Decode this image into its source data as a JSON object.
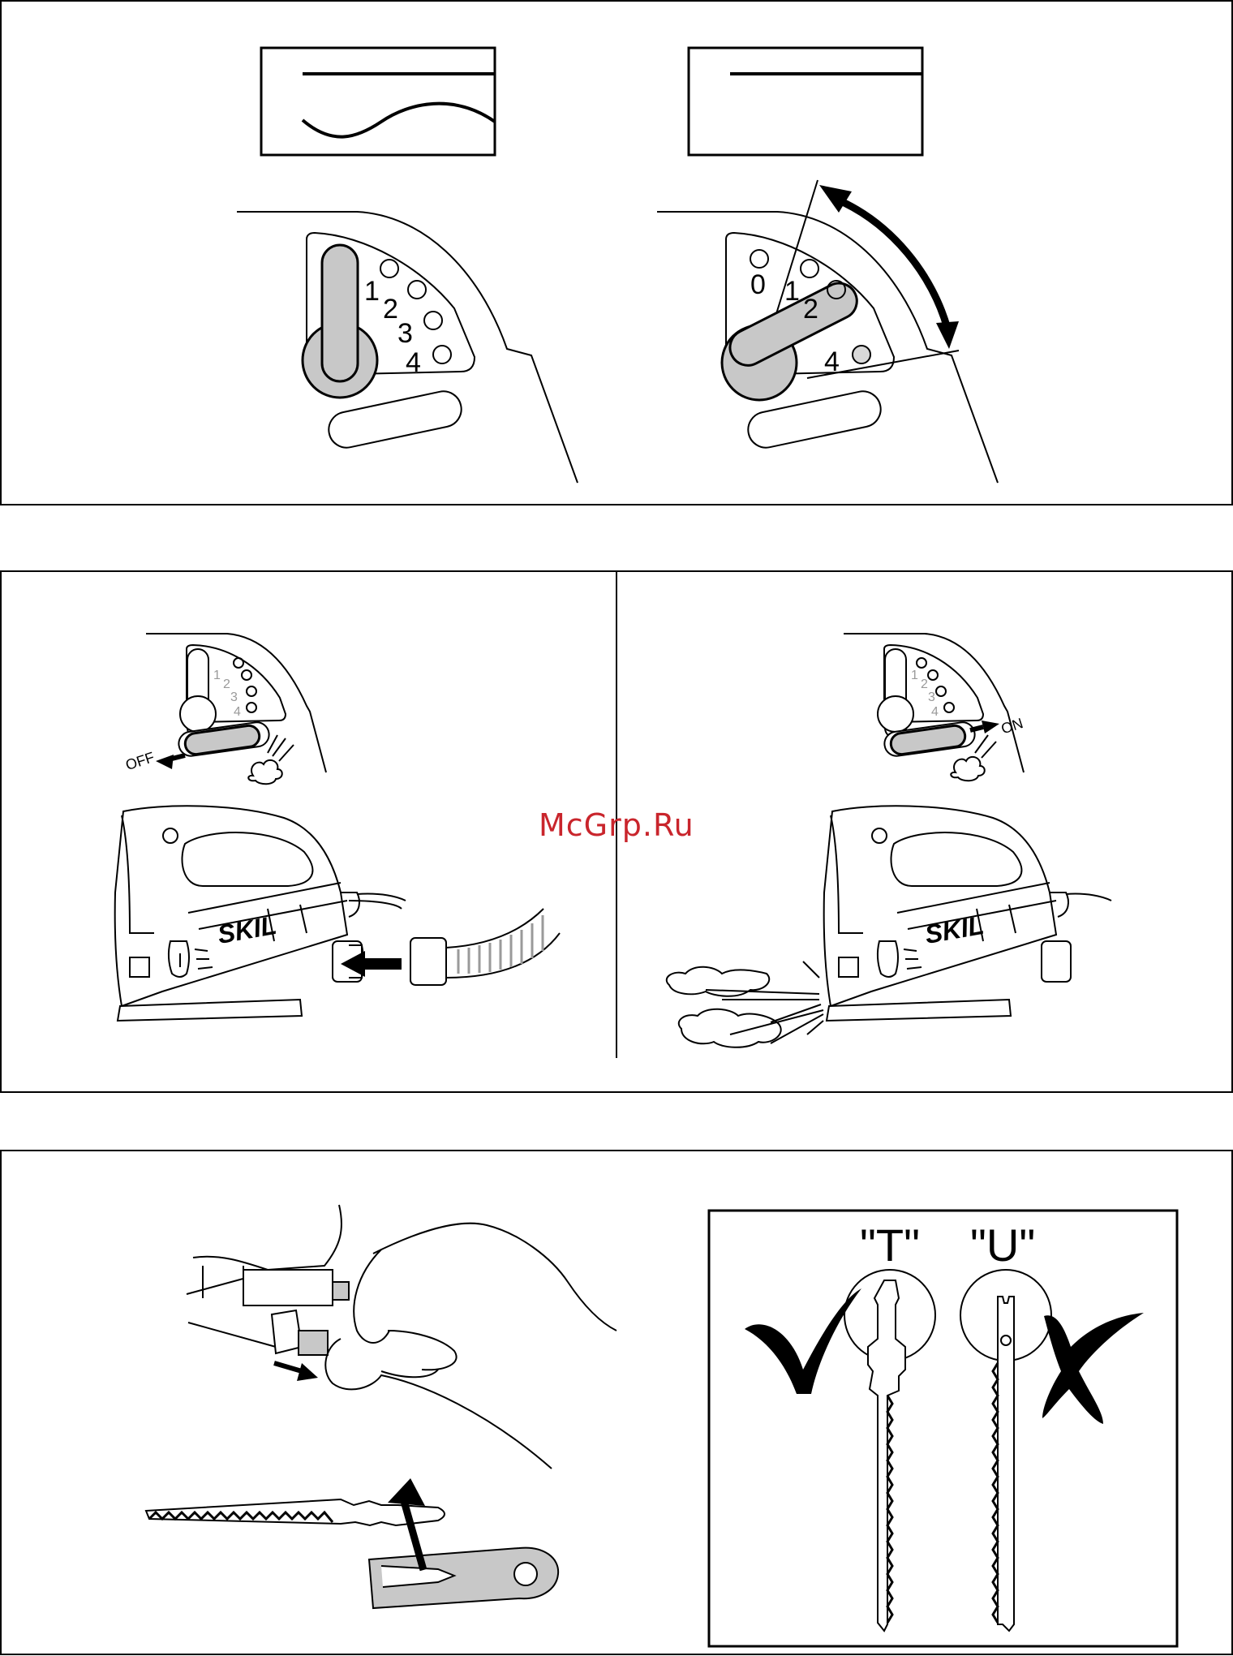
{
  "panel_orbital": {
    "left_dial": {
      "numbers": [
        "1",
        "2",
        "3",
        "4"
      ]
    },
    "right_dial": {
      "numbers": [
        "0",
        "1",
        "2",
        "4"
      ]
    }
  },
  "panel_dust": {
    "left": {
      "switch_label": "OFF",
      "dial_numbers": [
        "1",
        "2",
        "3",
        "4"
      ],
      "brand": "SKIL"
    },
    "right": {
      "switch_label": "ON",
      "dial_numbers": [
        "1",
        "2",
        "3",
        "4"
      ],
      "brand": "SKIL"
    }
  },
  "panel_blade": {
    "shank_types": [
      {
        "label": "\"T\"",
        "verdict": "ok"
      },
      {
        "label": "\"U\"",
        "verdict": "not-ok"
      }
    ]
  },
  "watermark": "McGrp.Ru",
  "colors": {
    "ink": "#000000",
    "fill_grey": "#c8c8c8",
    "light_number": "#9a9a9a",
    "watermark": "#c9252c"
  }
}
